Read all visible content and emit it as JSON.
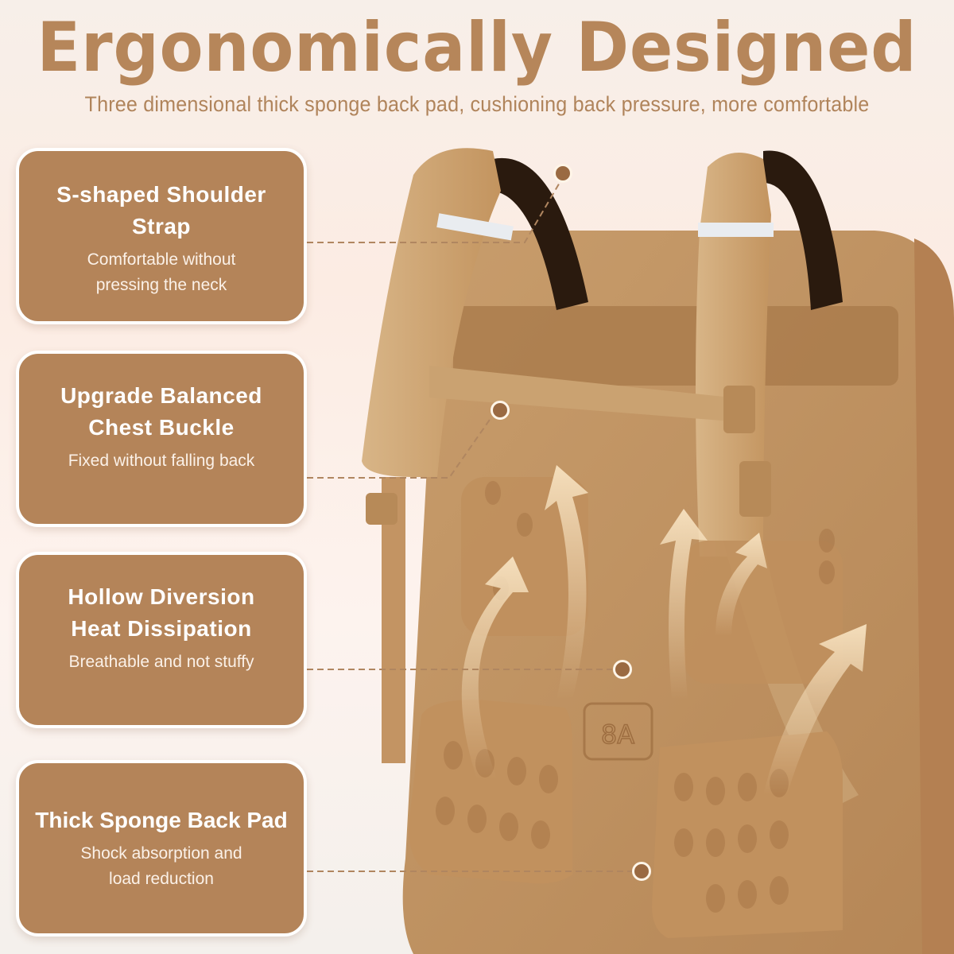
{
  "header": {
    "title": "Ergonomically Designed",
    "subtitle": "Three dimensional thick sponge back pad, cushioning back pressure, more comfortable"
  },
  "features": [
    {
      "title_line1": "S-shaped Shoulder",
      "title_line2": "Strap",
      "desc_line1": "Comfortable without",
      "desc_line2": "pressing the neck"
    },
    {
      "title_line1": "Upgrade Balanced",
      "title_line2": "Chest Buckle",
      "desc_line1": "Fixed without falling back",
      "desc_line2": ""
    },
    {
      "title_line1": "Hollow Diversion",
      "title_line2": "Heat Dissipation",
      "desc_line1": "Breathable and not stuffy",
      "desc_line2": ""
    },
    {
      "title_line1": "Thick Sponge Back Pad",
      "title_line2": "",
      "desc_line1": "Shock absorption and",
      "desc_line2": "load reduction"
    }
  ],
  "product": {
    "label_emboss": "8A",
    "icons": [
      "backpack-image",
      "airflow-arrow-icon",
      "callout-marker-icon"
    ]
  },
  "colors": {
    "accent": "#b6865a",
    "card_bg": "#b48459",
    "card_border": "#ffffff",
    "product_tan": "#c79a68",
    "strap_dark": "#2a1a0e"
  }
}
